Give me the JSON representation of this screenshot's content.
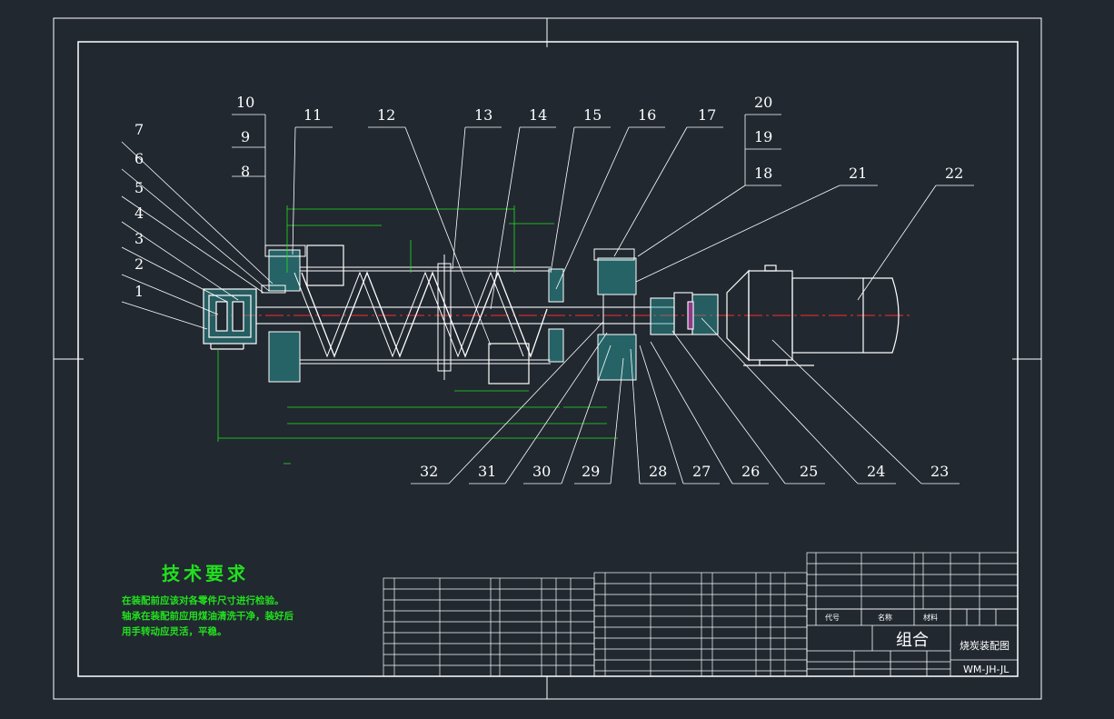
{
  "callouts": [
    "1",
    "2",
    "3",
    "4",
    "5",
    "6",
    "7",
    "8",
    "9",
    "10",
    "11",
    "12",
    "13",
    "14",
    "15",
    "16",
    "17",
    "18",
    "19",
    "20",
    "21",
    "22",
    "23",
    "24",
    "25",
    "26",
    "27",
    "28",
    "29",
    "30",
    "31",
    "32"
  ],
  "technical_requirements": {
    "title": "技术要求",
    "lines": [
      "在装配前应该对各零件尺寸进行检验。",
      "轴承在装配前应用煤油清洗干净，装好后",
      "用手转动应灵活，平稳。"
    ]
  },
  "title_block": {
    "assembly_label": "组合",
    "drawing_name": "烧炭装配图",
    "drawing_code": "WM-JH-JL",
    "header_cells": [
      "代号",
      "名称",
      "材料"
    ]
  },
  "colors": {
    "background": "#212830",
    "line": "#ffffff",
    "dimension": "#22e01e",
    "centerline": "#ff2a2a",
    "hatch": "#2a9d9d",
    "part_fill": "#8f3a86"
  }
}
